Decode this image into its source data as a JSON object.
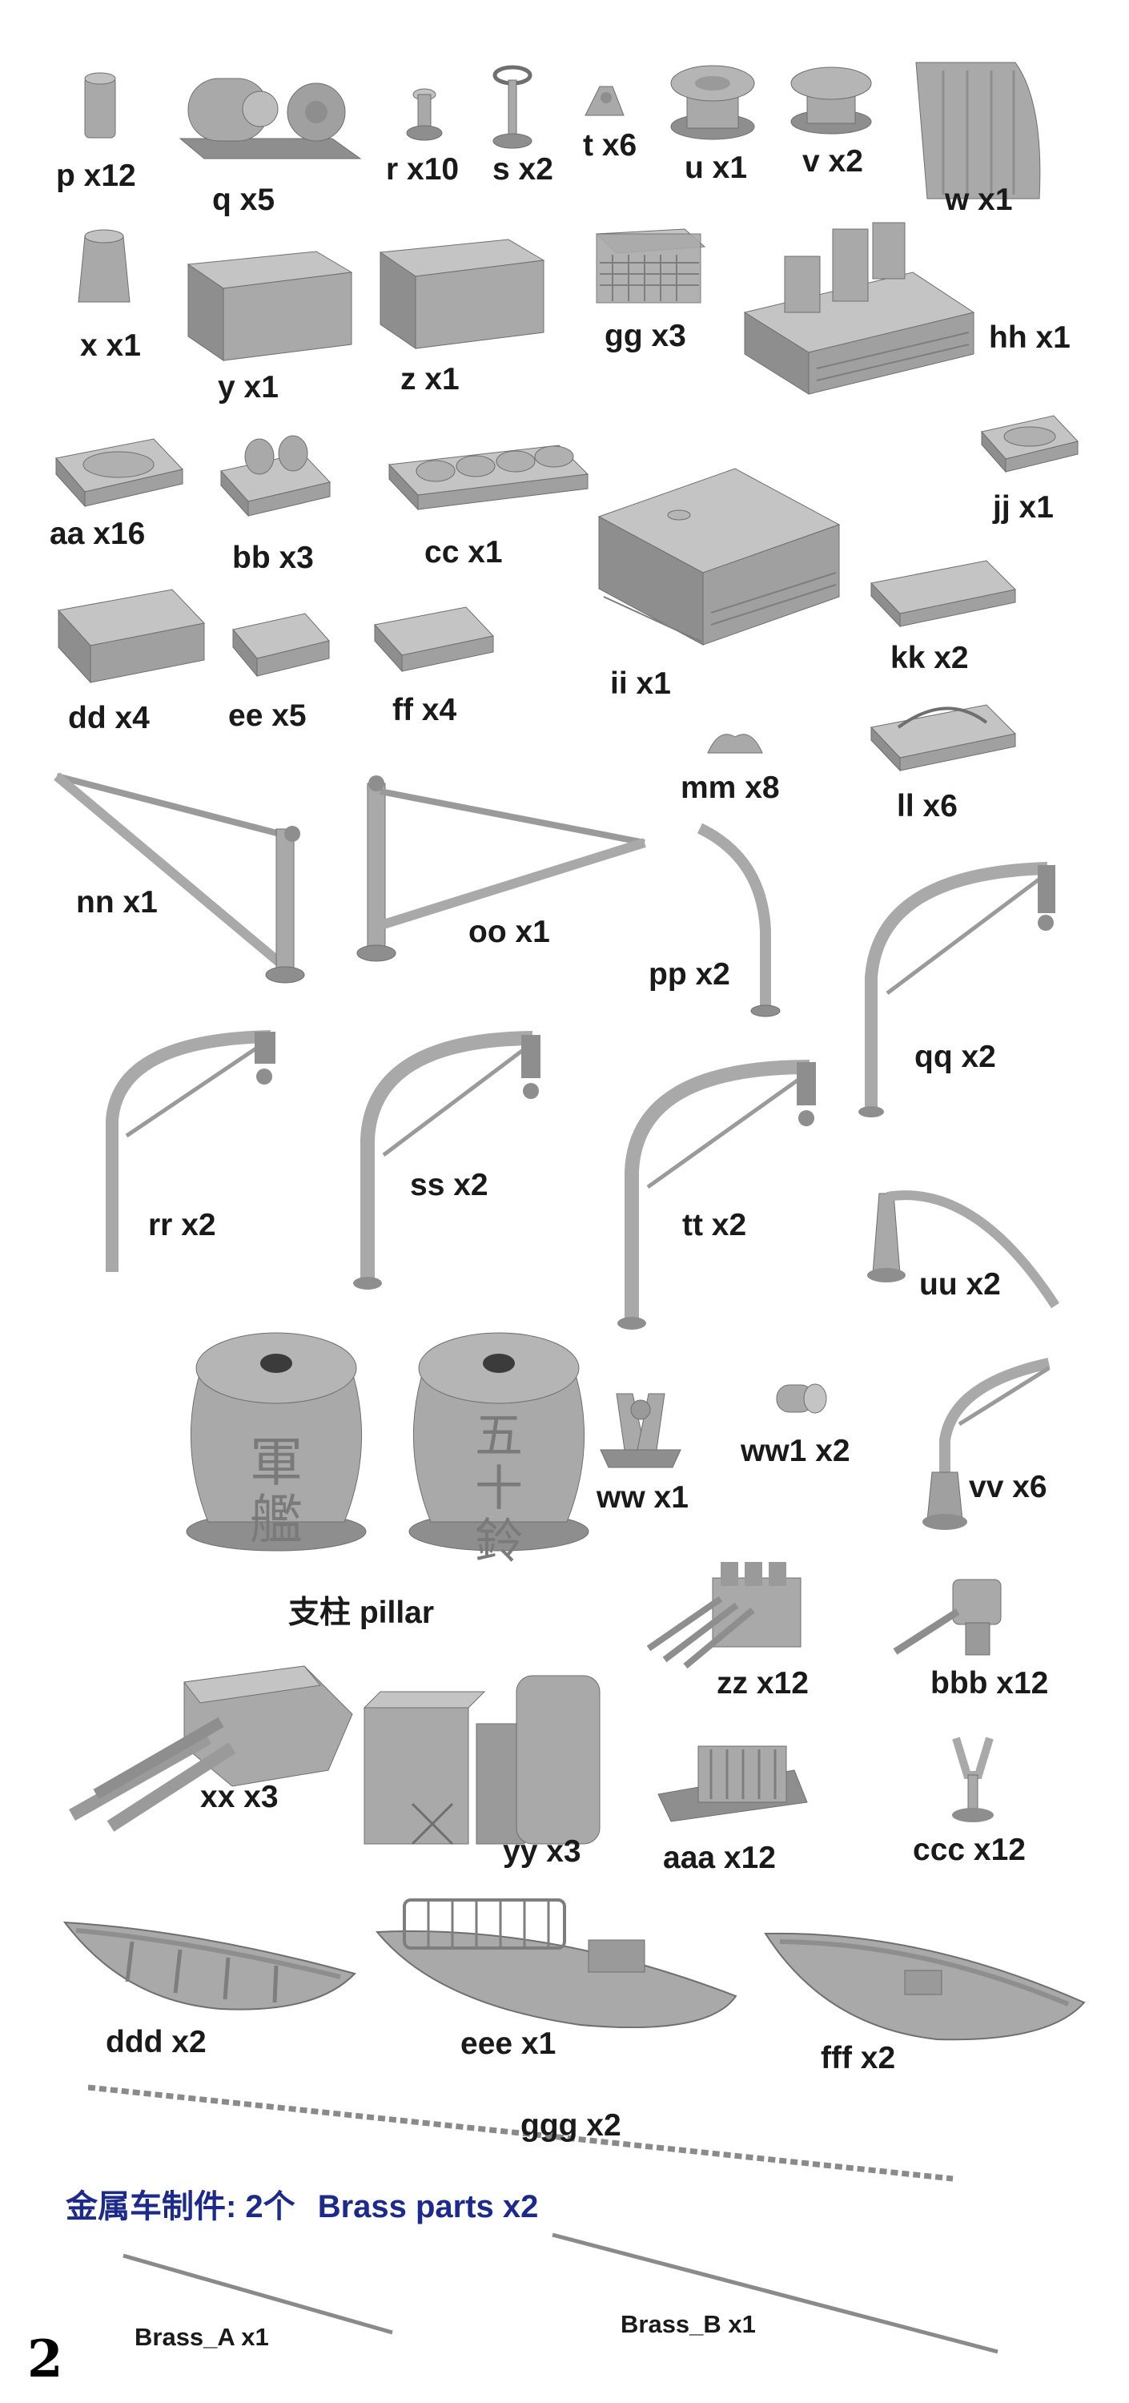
{
  "colors": {
    "part_fill": "#a9a9a9",
    "part_shade": "#8e8e8e",
    "part_edge": "#6f6f6f",
    "label": "#1a1a1a",
    "brass_title": "#1c2a8c"
  },
  "parts": [
    {
      "id": "p",
      "label": "p x12",
      "icon": "cylinder-part-icon"
    },
    {
      "id": "q",
      "label": "q x5",
      "icon": "winch-motor-icon"
    },
    {
      "id": "r",
      "label": "r x10",
      "icon": "bollard-post-icon"
    },
    {
      "id": "s",
      "label": "s x2",
      "icon": "valve-wheel-stand-icon"
    },
    {
      "id": "t",
      "label": "t x6",
      "icon": "fairlead-bracket-icon"
    },
    {
      "id": "u",
      "label": "u x1",
      "icon": "capstan-icon"
    },
    {
      "id": "v",
      "label": "v x2",
      "icon": "capstan-icon"
    },
    {
      "id": "w",
      "label": "w x1",
      "icon": "curved-shield-icon"
    },
    {
      "id": "x",
      "label": "x x1",
      "icon": "ventilator-cowl-icon"
    },
    {
      "id": "y",
      "label": "y x1",
      "icon": "deck-box-icon"
    },
    {
      "id": "z",
      "label": "z x1",
      "icon": "deck-box-icon"
    },
    {
      "id": "gg",
      "label": "gg x3",
      "icon": "grille-house-icon"
    },
    {
      "id": "hh",
      "label": "hh x1",
      "icon": "grille-platform-icon"
    },
    {
      "id": "aa",
      "label": "aa x16",
      "icon": "hatch-icon"
    },
    {
      "id": "bb",
      "label": "bb x3",
      "icon": "hatch-icon"
    },
    {
      "id": "cc",
      "label": "cc x1",
      "icon": "hatch-row-icon"
    },
    {
      "id": "jj",
      "label": "jj x1",
      "icon": "hatch-icon"
    },
    {
      "id": "ii",
      "label": "ii x1",
      "icon": "grille-house-icon"
    },
    {
      "id": "kk",
      "label": "kk x2",
      "icon": "hatch-icon"
    },
    {
      "id": "dd",
      "label": "dd x4",
      "icon": "hatch-icon"
    },
    {
      "id": "ee",
      "label": "ee x5",
      "icon": "hatch-icon"
    },
    {
      "id": "ff",
      "label": "ff x4",
      "icon": "hatch-icon"
    },
    {
      "id": "ll",
      "label": "ll x6",
      "icon": "hatch-icon"
    },
    {
      "id": "mm",
      "label": "mm x8",
      "icon": "cleat-icon"
    },
    {
      "id": "nn",
      "label": "nn x1",
      "icon": "derrick-icon"
    },
    {
      "id": "oo",
      "label": "oo x1",
      "icon": "derrick-icon"
    },
    {
      "id": "pp",
      "label": "pp x2",
      "icon": "davit-icon"
    },
    {
      "id": "qq",
      "label": "qq x2",
      "icon": "boat-crane-icon"
    },
    {
      "id": "rr",
      "label": "rr x2",
      "icon": "boat-crane-icon"
    },
    {
      "id": "ss",
      "label": "ss x2",
      "icon": "boat-crane-icon"
    },
    {
      "id": "tt",
      "label": "tt x2",
      "icon": "boat-crane-icon"
    },
    {
      "id": "uu",
      "label": "uu x2",
      "icon": "jib-crane-icon"
    },
    {
      "id": "ww",
      "label": "ww x1",
      "icon": "mount-bracket-icon"
    },
    {
      "id": "ww1",
      "label": "ww1 x2",
      "icon": "searchlight-icon"
    },
    {
      "id": "vv",
      "label": "vv x6",
      "icon": "davit-icon"
    },
    {
      "id": "zz",
      "label": "zz x12",
      "icon": "triple-aa-gun-icon"
    },
    {
      "id": "bbb",
      "label": "bbb x12",
      "icon": "single-aa-gun-icon"
    },
    {
      "id": "xx",
      "label": "xx x3",
      "icon": "triple-turret-icon"
    },
    {
      "id": "yy",
      "label": "yy x3",
      "icon": "director-tower-icon"
    },
    {
      "id": "aaa",
      "label": "aaa x12",
      "icon": "gun-mount-icon"
    },
    {
      "id": "ccc",
      "label": "ccc x12",
      "icon": "fork-stand-icon"
    },
    {
      "id": "ddd",
      "label": "ddd x2",
      "icon": "lifeboat-icon"
    },
    {
      "id": "eee",
      "label": "eee x1",
      "icon": "motor-launch-icon"
    },
    {
      "id": "fff",
      "label": "fff x2",
      "icon": "cutter-boat-icon"
    },
    {
      "id": "ggg",
      "label": "ggg x2",
      "icon": "anchor-chain-icon"
    }
  ],
  "pillar": {
    "label": "支柱 pillar",
    "left_text": "軍艦",
    "right_text": "五十鈴"
  },
  "brass": {
    "title_cn": "金属车制件: 2个",
    "title_en": "Brass parts x2",
    "parts": [
      {
        "label": "Brass_A x1"
      },
      {
        "label": "Brass_B x1"
      }
    ]
  },
  "page_number": "2"
}
